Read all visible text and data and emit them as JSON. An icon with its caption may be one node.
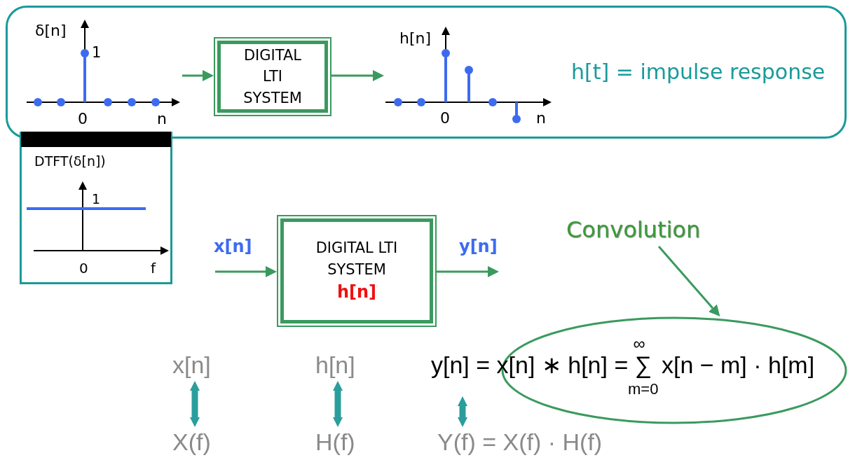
{
  "diagram": {
    "nodes": [
      {
        "text": [
          "h[t] = impulse response"
        ]
      },
      {
        "text": [
          "δ[n]",
          "1",
          "0",
          "n"
        ],
        "in": 0
      },
      {
        "text": [
          "DIGITAL LTI SYSTEM"
        ],
        "in": 0
      },
      {
        "text": [
          "h[n]",
          "0",
          "n"
        ],
        "in": 0
      },
      {
        "text": [
          "DTFT(δ[n])",
          "1",
          "0",
          "f"
        ]
      },
      {
        "text": [
          "DIGITAL LTI SYSTEM",
          "h[n]"
        ]
      },
      {
        "text": [
          "Convolution"
        ]
      },
      {
        "text": [],
        "shape": "ellipse"
      },
      {
        "text": [
          "x[n]"
        ]
      },
      {
        "text": [
          "h[n]"
        ]
      },
      {
        "text": [
          "y[n] = x[n] ∗ h[n] = ∑$_{m=0}$$^{∞}$ x[n − m] · h[m]"
        ]
      },
      {
        "text": [
          "X(f)"
        ]
      },
      {
        "text": [
          "H(f)"
        ]
      },
      {
        "text": [
          "Y(f) =  X(f) · H(f)"
        ]
      }
    ],
    "edges": [
      {
        "from": 1,
        "to": 2,
        "arrow": "to"
      },
      {
        "from": 2,
        "to": 3,
        "arrow": "to"
      },
      {
        "from": null,
        "to": 5,
        "arrow": "to",
        "label": "x[n]"
      },
      {
        "from": 5,
        "to": null,
        "arrow": "to",
        "label": "y[n]"
      },
      {
        "from": 6,
        "to": 7,
        "arrow": "to"
      },
      {
        "from": 8,
        "to": 11,
        "arrow": "both",
        "style": "thick",
        "color": "#2a9d9d"
      },
      {
        "from": 9,
        "to": 12,
        "arrow": "both",
        "style": "thick",
        "color": "#2a9d9d"
      },
      {
        "from": 10,
        "to": 13,
        "arrow": "both",
        "style": "thick",
        "color": "#2a9d9d"
      }
    ]
  }
}
